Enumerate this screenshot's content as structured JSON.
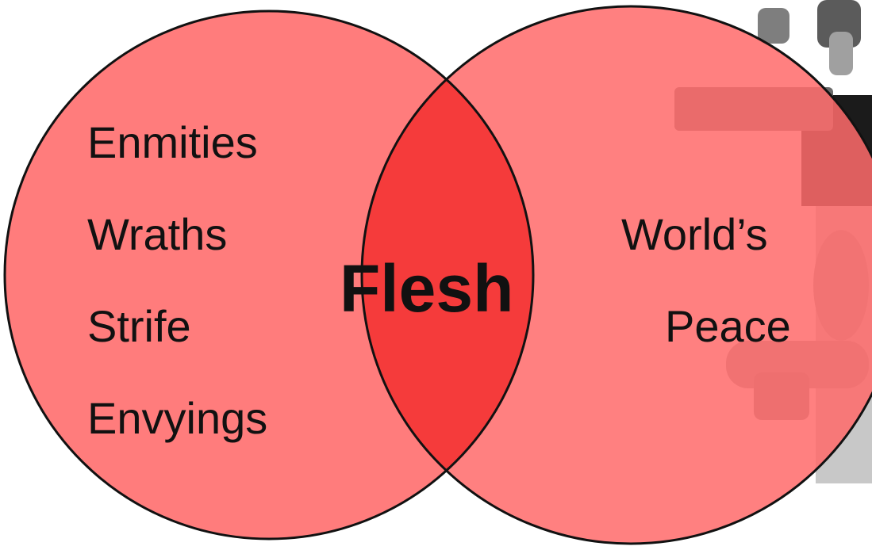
{
  "venn": {
    "left_set": {
      "items": [
        "Enmities",
        "Wraths",
        "Strife",
        "Envyings"
      ]
    },
    "intersection": {
      "label": "Flesh"
    },
    "right_set": {
      "lines": [
        "World’s",
        "Peace"
      ]
    },
    "colors": {
      "circle_fill": "#ff7c7c",
      "overlap_fill": "#f53b3b",
      "outline": "#111111",
      "text": "#111111"
    }
  },
  "background_image": {
    "subject": "microscope"
  }
}
